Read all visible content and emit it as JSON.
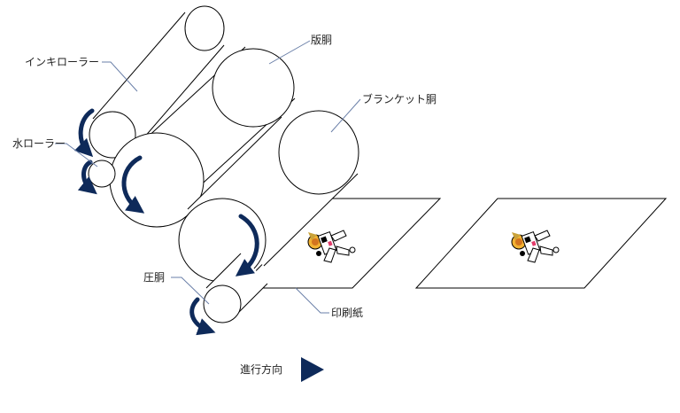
{
  "labels": {
    "ink_roller": "インキローラー",
    "plate_cylinder": "版胴",
    "blanket_cylinder": "ブランケット胴",
    "water_roller": "水ローラー",
    "impression_cylinder": "圧胴",
    "printing_paper": "印刷紙",
    "direction": "進行方向"
  },
  "colors": {
    "arrow": "#0e2a5a",
    "leader_line": "#6a7fa8",
    "outline": "#000000"
  }
}
